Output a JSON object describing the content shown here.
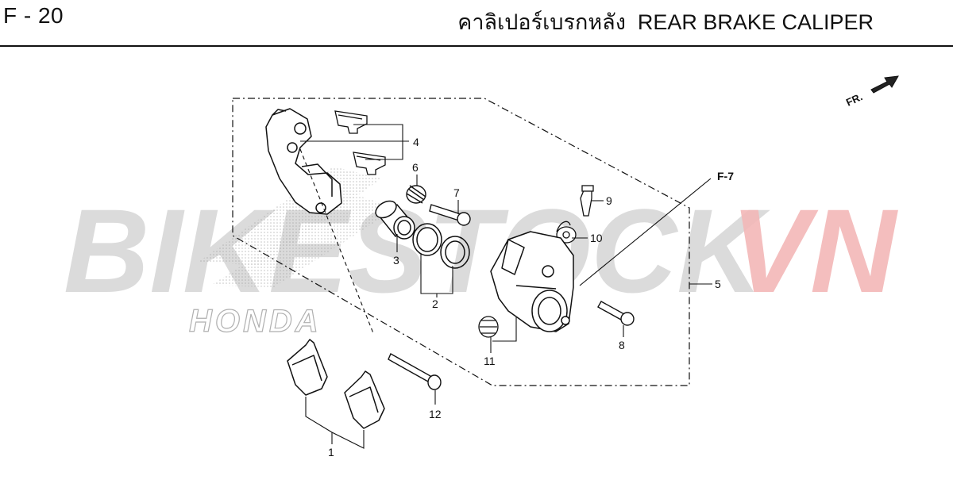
{
  "header": {
    "page_code": "F - 20",
    "title": "คาลิเปอร์เบรกหลัง  REAR BRAKE CALIPER"
  },
  "diagram": {
    "callouts": [
      "1",
      "2",
      "3",
      "4",
      "5",
      "6",
      "7",
      "8",
      "9",
      "10",
      "11",
      "12"
    ],
    "reference": "F-7",
    "direction": "FR."
  },
  "watermark": {
    "brand_left": "BIKESTOCK",
    "brand_right": "VN",
    "maker": "HONDA",
    "colors": {
      "gray": "#cfcfcf",
      "red": "#f3b8b8"
    }
  }
}
